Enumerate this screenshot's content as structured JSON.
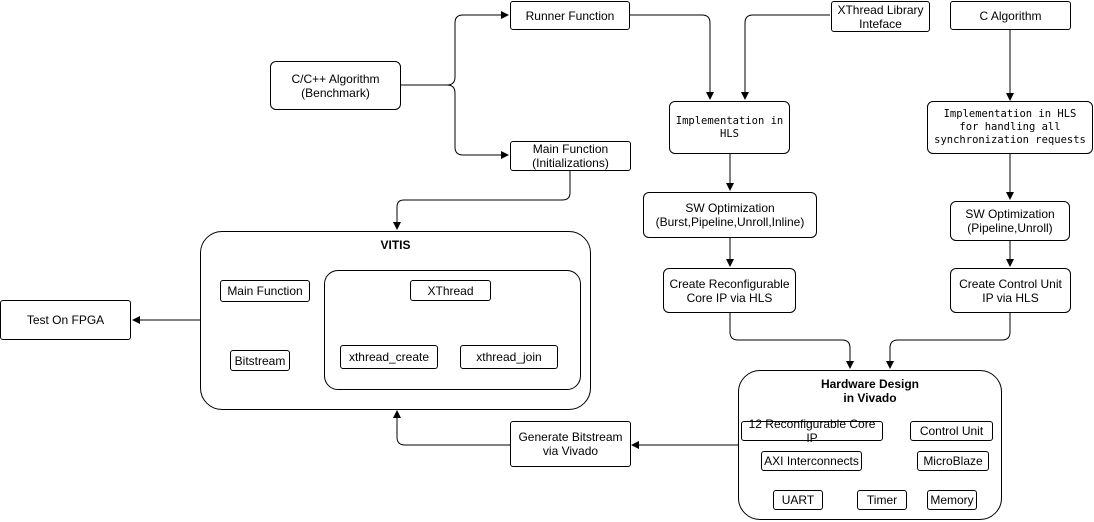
{
  "nodes": {
    "runner_function": "Runner Function",
    "xthread_library": "XThread Library\nInteface",
    "c_algorithm": "C Algorithm",
    "cpp_algorithm": "C/C++ Algorithm\n(Benchmark)",
    "main_function_init": "Main Function\n(Initializations)",
    "implementation_hls": "Implementation in\nHLS",
    "implementation_hls_sync": "Implementation in HLS\nfor handling all\nsynchronization requests",
    "sw_opt_left": "SW Optimization\n(Burst,Pipeline,Unroll,Inline)",
    "sw_opt_right": "SW Optimization\n(Pipeline,Unroll)",
    "create_reconfig_core": "Create Reconfigurable\nCore IP via HLS",
    "create_control_unit": "Create Control Unit\nIP via HLS",
    "test_on_fpga": "Test On FPGA",
    "generate_bitstream": "Generate Bitstream\nvia Vivado"
  },
  "vitis": {
    "title": "VITIS",
    "main_function": "Main Function",
    "bitstream": "Bitstream",
    "xthread": "XThread",
    "xthread_create": "xthread_create",
    "xthread_join": "xthread_join"
  },
  "hardware": {
    "title": "Hardware Design\nin Vivado",
    "reconfig_core_ip": "12 Reconfigurable Core IP",
    "control_unit": "Control Unit",
    "axi_interconnects": "AXI Interconnects",
    "microblaze": "MicroBlaze",
    "uart": "UART",
    "timer": "Timer",
    "memory": "Memory"
  }
}
